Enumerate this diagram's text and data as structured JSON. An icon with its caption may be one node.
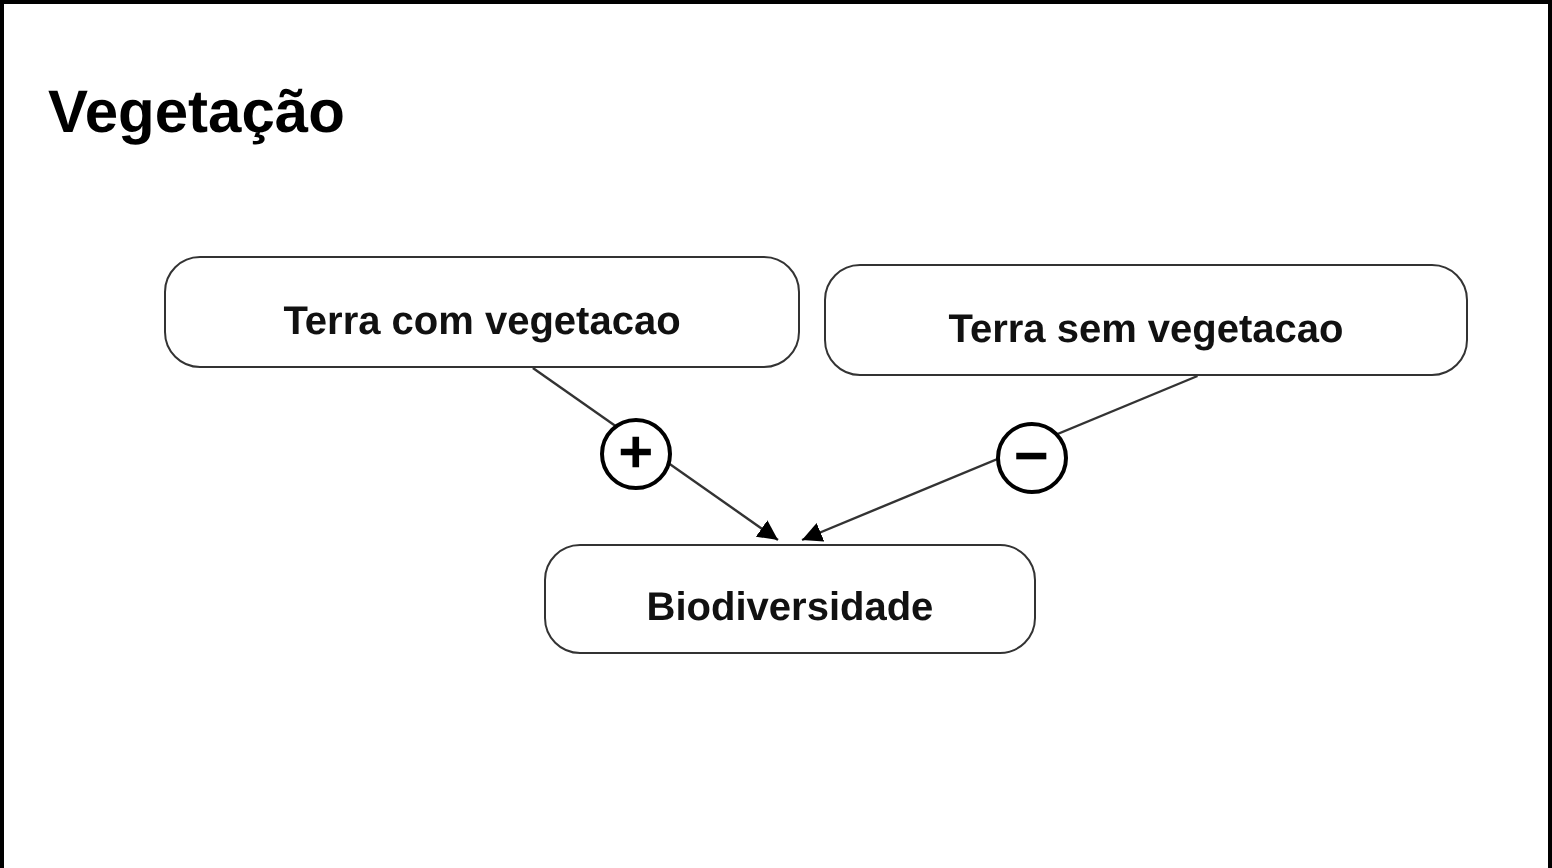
{
  "diagram": {
    "title": "Vegetação",
    "nodes": [
      {
        "text": [
          "Terra com vegetacao"
        ]
      },
      {
        "text": [
          "Terra sem vegetacao"
        ]
      },
      {
        "text": [
          "Biodiversidade"
        ]
      }
    ],
    "edges": [
      {
        "from": 0,
        "to": 2,
        "arrow": "to",
        "label": "+"
      },
      {
        "from": 1,
        "to": 2,
        "arrow": "to",
        "label": "−"
      }
    ]
  }
}
